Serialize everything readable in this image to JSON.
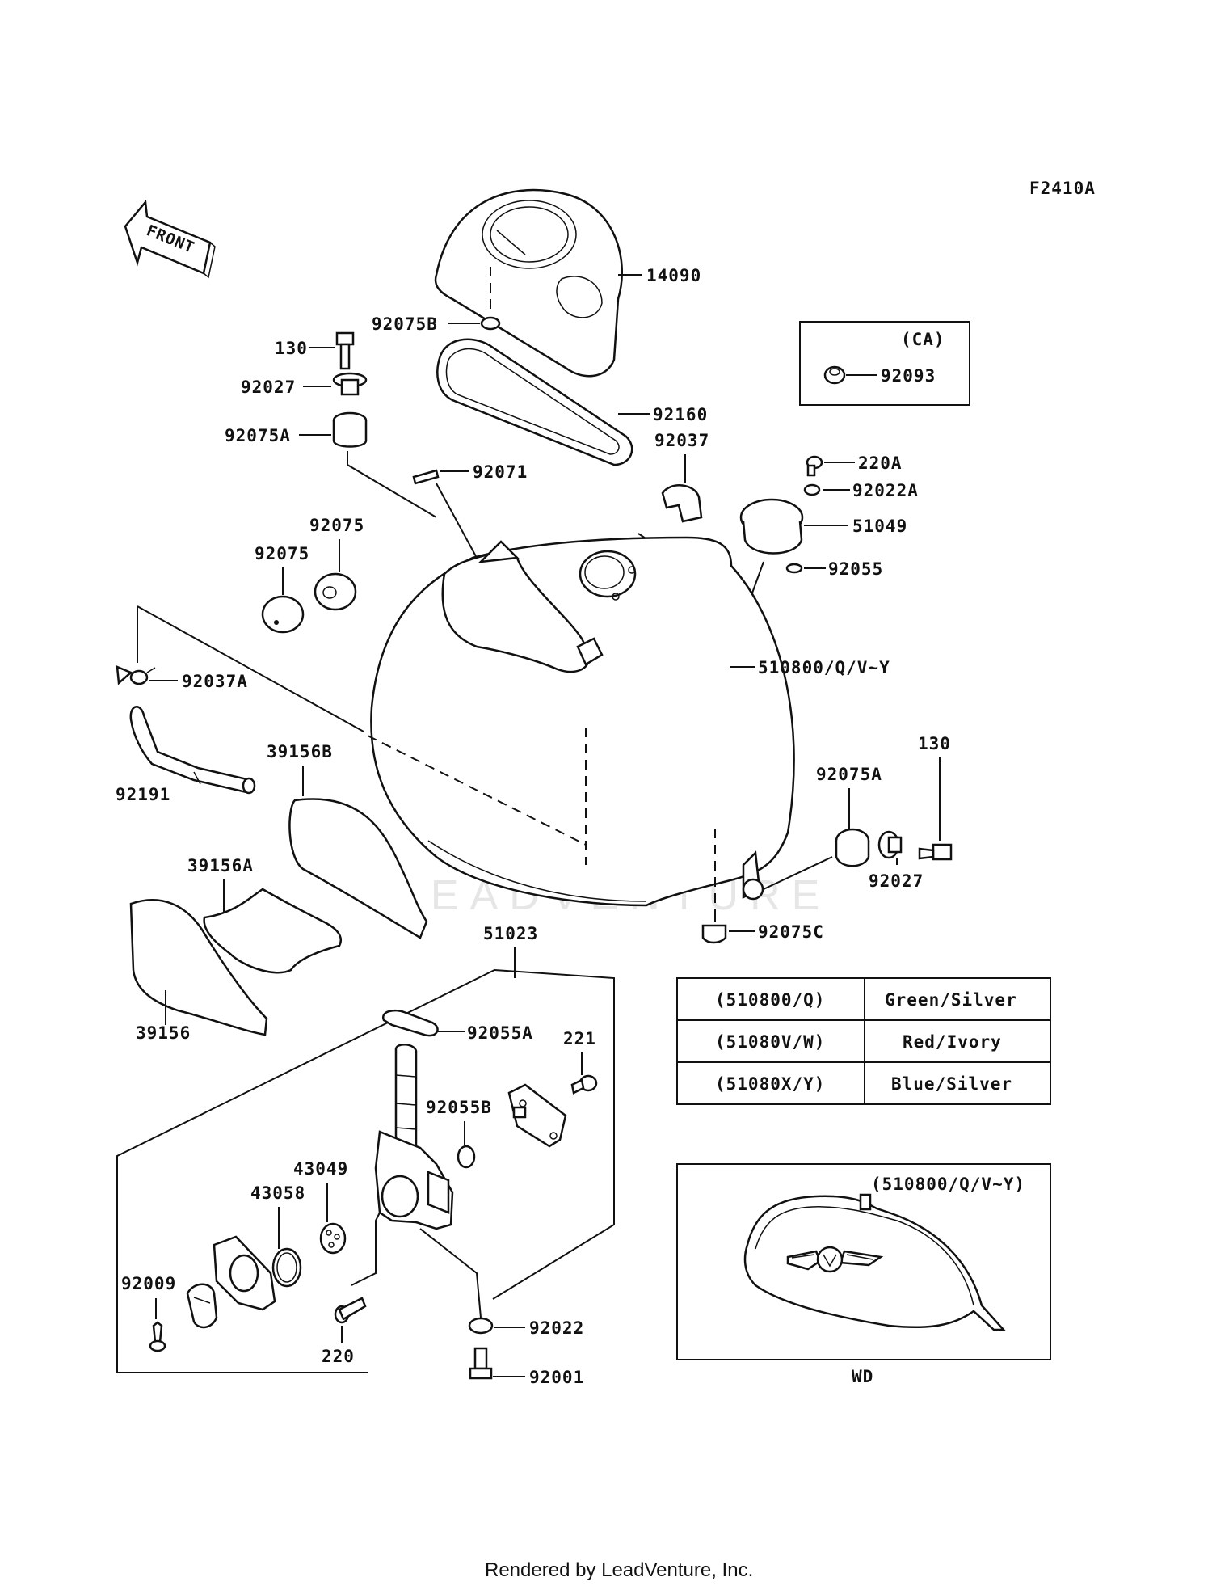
{
  "figure_code": "F2410A",
  "front_arrow_label": "FRONT",
  "watermark": "LEADVENTURE",
  "footer": "Rendered by LeadVenture, Inc.",
  "callouts": {
    "p14090": "14090",
    "p92075B": "92075B",
    "p130_top": "130",
    "p92027_top": "92027",
    "p92160": "92160",
    "p92075A_top": "92075A",
    "p92037": "92037",
    "p92071": "92071",
    "p220A": "220A",
    "p92022A": "92022A",
    "p51049": "51049",
    "p92075_a": "92075",
    "p92075_b": "92075",
    "p92055": "92055",
    "p92037A": "92037A",
    "p510800": "510800/Q/V~Y",
    "p92191": "92191",
    "p39156B": "39156B",
    "p130_right": "130",
    "p92075A_right": "92075A",
    "p92027_right": "92027",
    "p39156A": "39156A",
    "p92075C": "92075C",
    "p51023": "51023",
    "p39156": "39156",
    "p92055A": "92055A",
    "p221": "221",
    "p92055B": "92055B",
    "p43049": "43049",
    "p43058": "43058",
    "p92009": "92009",
    "p92022": "92022",
    "p220": "220",
    "p92001": "92001"
  },
  "ca_box": {
    "title": "(CA)",
    "part": "92093"
  },
  "color_table": [
    {
      "code": "(510800/Q)",
      "color": "Green/Silver"
    },
    {
      "code": "(51080V/W)",
      "color": "Red/Ivory"
    },
    {
      "code": "(51080X/Y)",
      "color": "Blue/Silver"
    }
  ],
  "wd_box": {
    "title": "(510800/Q/V~Y)",
    "caption": "WD"
  }
}
